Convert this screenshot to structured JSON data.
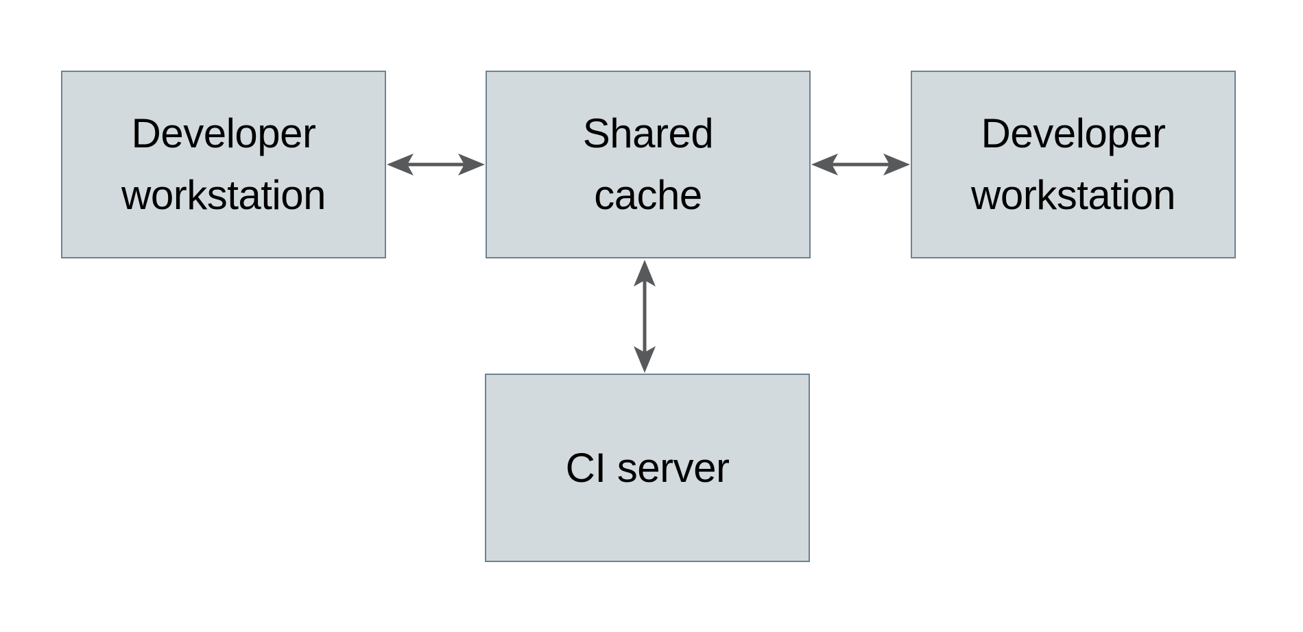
{
  "diagram": {
    "colors": {
      "background": "#ffffff",
      "node_fill": "#d3dadd",
      "node_border": "#6c8290",
      "arrow": "#58595b",
      "text": "#000000"
    },
    "nodes": {
      "developer_workstation_left": {
        "line1": "Developer",
        "line2": "workstation"
      },
      "shared_cache": {
        "line1": "Shared",
        "line2": "cache"
      },
      "developer_workstation_right": {
        "line1": "Developer",
        "line2": "workstation"
      },
      "ci_server": {
        "label": "CI server"
      }
    },
    "edges": [
      {
        "from": "developer_workstation_left",
        "to": "shared_cache",
        "direction": "bidirectional"
      },
      {
        "from": "shared_cache",
        "to": "developer_workstation_right",
        "direction": "bidirectional"
      },
      {
        "from": "shared_cache",
        "to": "ci_server",
        "direction": "bidirectional"
      }
    ]
  }
}
